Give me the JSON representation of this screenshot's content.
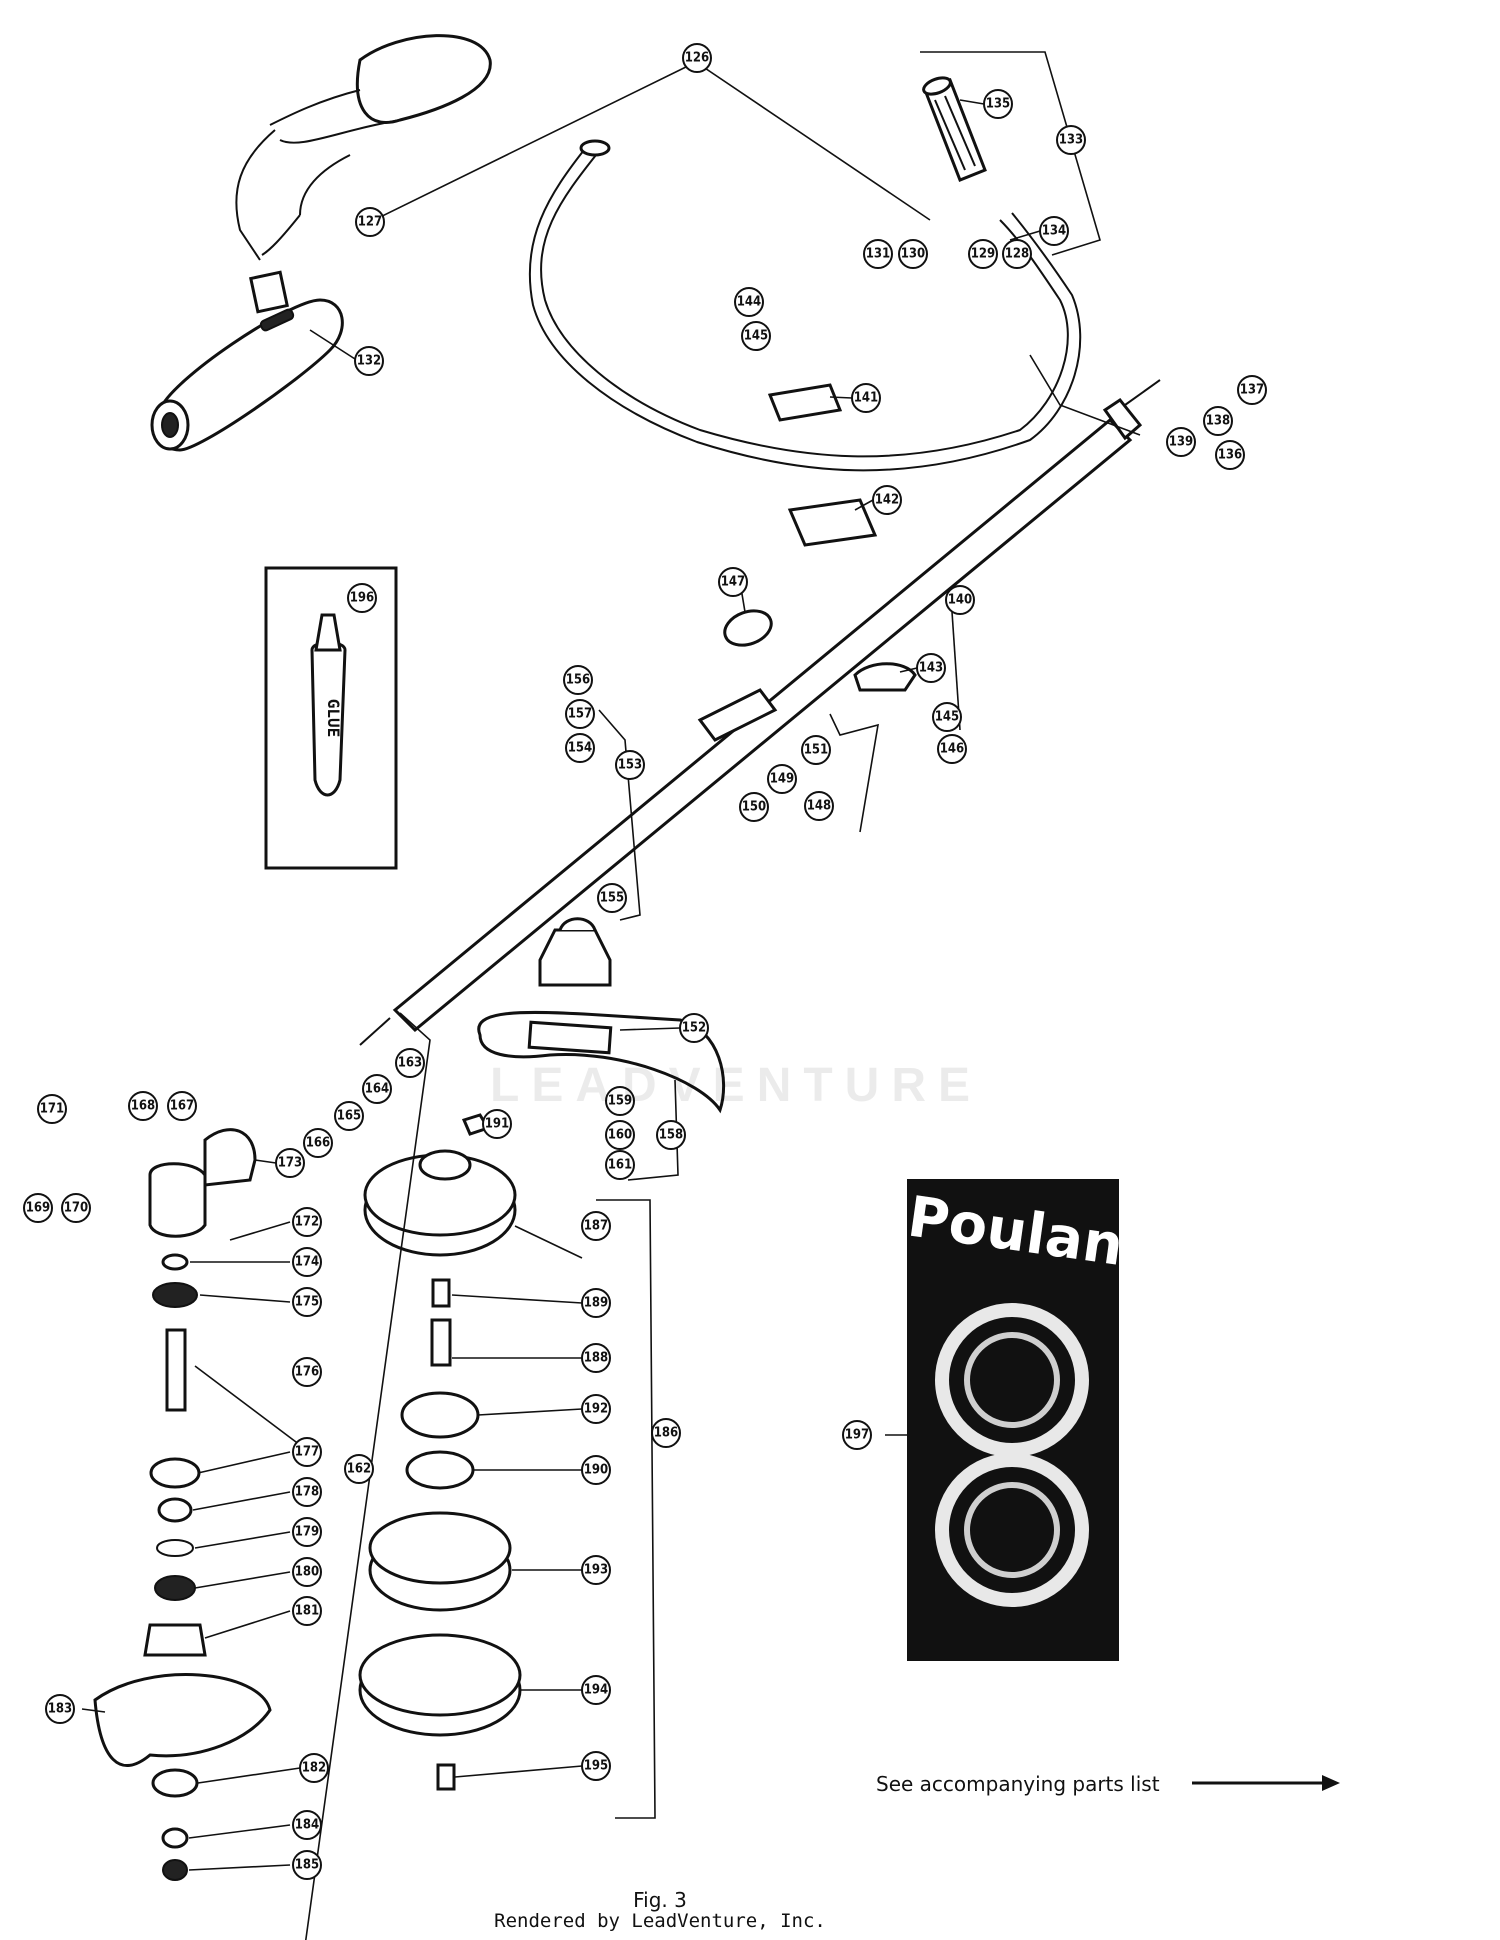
{
  "diagram": {
    "callouts": [
      {
        "label": "126"
      },
      {
        "label": "127"
      },
      {
        "label": "128"
      },
      {
        "label": "129"
      },
      {
        "label": "130"
      },
      {
        "label": "131"
      },
      {
        "label": "132"
      },
      {
        "label": "133"
      },
      {
        "label": "134"
      },
      {
        "label": "135"
      },
      {
        "label": "136"
      },
      {
        "label": "137"
      },
      {
        "label": "138"
      },
      {
        "label": "139"
      },
      {
        "label": "140"
      },
      {
        "label": "141"
      },
      {
        "label": "142"
      },
      {
        "label": "143"
      },
      {
        "label": "144"
      },
      {
        "label": "145"
      },
      {
        "label": "145"
      },
      {
        "label": "146"
      },
      {
        "label": "147"
      },
      {
        "label": "148"
      },
      {
        "label": "149"
      },
      {
        "label": "150"
      },
      {
        "label": "151"
      },
      {
        "label": "152"
      },
      {
        "label": "153"
      },
      {
        "label": "154"
      },
      {
        "label": "155"
      },
      {
        "label": "156"
      },
      {
        "label": "157"
      },
      {
        "label": "158"
      },
      {
        "label": "159"
      },
      {
        "label": "160"
      },
      {
        "label": "161"
      },
      {
        "label": "162"
      },
      {
        "label": "163"
      },
      {
        "label": "164"
      },
      {
        "label": "165"
      },
      {
        "label": "166"
      },
      {
        "label": "167"
      },
      {
        "label": "168"
      },
      {
        "label": "169"
      },
      {
        "label": "170"
      },
      {
        "label": "171"
      },
      {
        "label": "172"
      },
      {
        "label": "173"
      },
      {
        "label": "174"
      },
      {
        "label": "175"
      },
      {
        "label": "176"
      },
      {
        "label": "177"
      },
      {
        "label": "178"
      },
      {
        "label": "179"
      },
      {
        "label": "180"
      },
      {
        "label": "181"
      },
      {
        "label": "182"
      },
      {
        "label": "183"
      },
      {
        "label": "184"
      },
      {
        "label": "185"
      },
      {
        "label": "186"
      },
      {
        "label": "187"
      },
      {
        "label": "188"
      },
      {
        "label": "189"
      },
      {
        "label": "190"
      },
      {
        "label": "191"
      },
      {
        "label": "192"
      },
      {
        "label": "193"
      },
      {
        "label": "194"
      },
      {
        "label": "195"
      },
      {
        "label": "196"
      },
      {
        "label": "197"
      }
    ],
    "glue_label": "GLUE",
    "brand_label": "Poulan",
    "watermark": "LEADVENTURE",
    "note": "See accompanying parts list",
    "figure_caption": "Fig. 3",
    "source_caption": "Rendered by LeadVenture, Inc."
  }
}
